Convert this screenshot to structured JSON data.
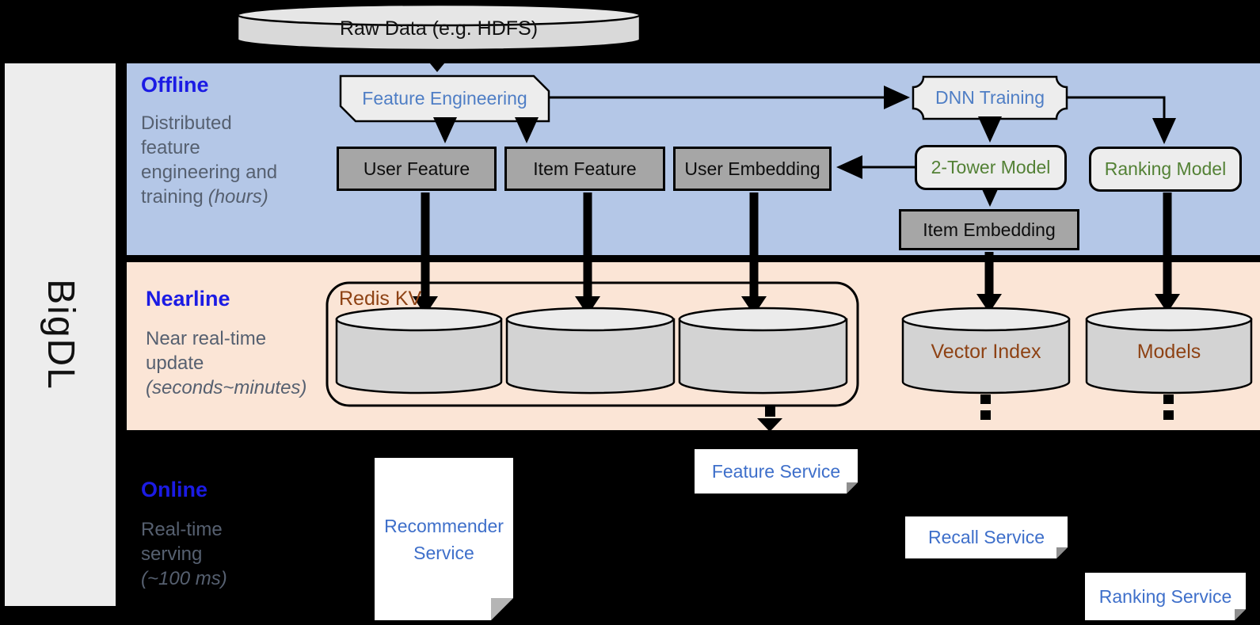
{
  "brand": {
    "name": "BigDL"
  },
  "raw_data": {
    "label": "Raw Data (e.g. HDFS)"
  },
  "sections": {
    "offline": {
      "title": "Offline",
      "desc_lines": [
        "Distributed",
        "feature",
        "engineering and"
      ],
      "desc_last": "training",
      "desc_em": "(hours)"
    },
    "nearline": {
      "title": "Nearline",
      "desc_lines": [
        "Near real-time",
        "update"
      ],
      "desc_em": "(seconds~minutes)"
    },
    "online": {
      "title": "Online",
      "desc_lines": [
        "Real-time",
        "serving"
      ],
      "desc_em": "(~100 ms)"
    }
  },
  "nodes": {
    "feature_engineering": "Feature Engineering",
    "dnn_training": "DNN Training",
    "user_feature": "User Feature",
    "item_feature": "Item Feature",
    "user_embedding": "User Embedding",
    "two_tower_model": "2-Tower Model",
    "ranking_model": "Ranking Model",
    "item_embedding": "Item Embedding",
    "redis_kv": "Redis KV",
    "vector_index": "Vector Index",
    "models": "Models",
    "recommender_service": "Recommender Service",
    "feature_service": "Feature Service",
    "recall_service": "Recall Service",
    "ranking_service": "Ranking Service"
  },
  "colors": {
    "band_offline": "#b4c7e7",
    "band_nearline": "#fbe5d6",
    "band_online": "#000000",
    "side_panel": "#ededed",
    "node_gray": "#a6a6a6",
    "node_light": "#ededed",
    "section_title_blue": "#1b1be4",
    "node_text_blue": "#4f7ec5",
    "service_text_blue": "#3e6fca",
    "model_text_green": "#538135",
    "storage_text_brown": "#8e4214",
    "desc_text_gray": "#566070"
  }
}
